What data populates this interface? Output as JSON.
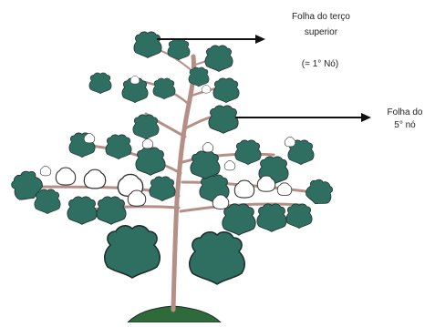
{
  "labels": {
    "top_leaf_line1": "Folha do terço",
    "top_leaf_line2": "superior",
    "top_leaf_node": "(= 1° Nó)",
    "fifth_leaf_line1": "Folha do",
    "fifth_leaf_line2": "5° nó"
  },
  "colors": {
    "leaf_fill": "#2f6f62",
    "leaf_outline": "#1b2b28",
    "stem": "#b58f86",
    "boll_fill": "#ffffff",
    "ground": "#2f6b3a",
    "arrow": "#111111"
  }
}
